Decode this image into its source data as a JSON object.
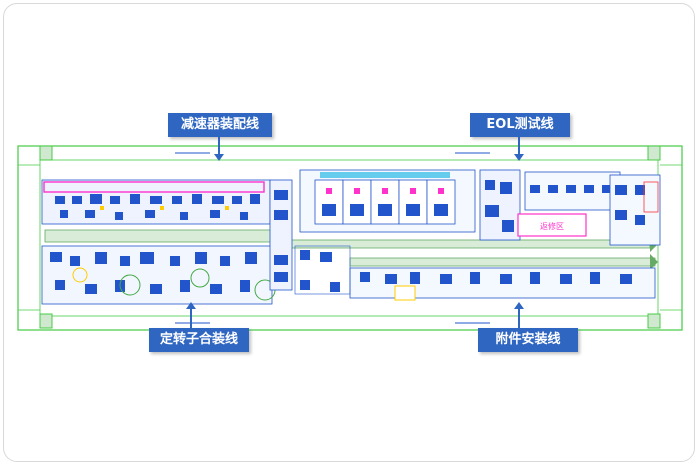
{
  "labels": {
    "reducer_line": "减速器装配线",
    "eol_line": "EOL测试线",
    "stator_rotor_line": "定转子合装线",
    "accessory_line": "附件安装线",
    "zone_tag": "返修区"
  },
  "colors": {
    "callout": "#2f66c2",
    "boundary": "#44cc44",
    "equipment": "#2255cc",
    "conveyor": "#66aa66",
    "highlight": "#ff33cc",
    "accent": "#ffcc00"
  }
}
